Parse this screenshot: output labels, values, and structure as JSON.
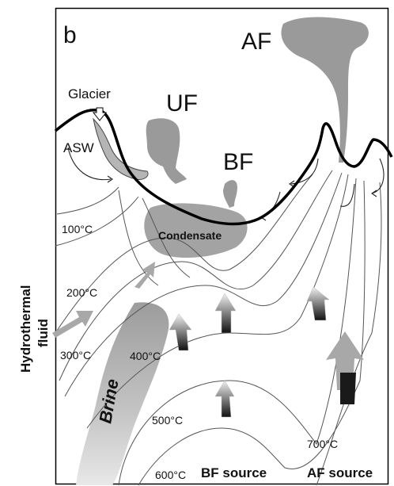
{
  "panel_label": "b",
  "features": {
    "af": "AF",
    "uf": "UF",
    "bf": "BF",
    "glacier": "Glacier",
    "asw": "ASW",
    "condensate": "Condensate",
    "brine": "Brine"
  },
  "side_label": [
    "Hydrothermal",
    "fluid"
  ],
  "isotherms": [
    "100°C",
    "200°C",
    "300°C",
    "400°C",
    "500°C",
    "600°C",
    "700°C"
  ],
  "sources": {
    "bf": "BF source",
    "af": "AF source"
  },
  "colors": {
    "plume": "#9a9a9a",
    "surface": "#000000",
    "isotherm": "#555555",
    "arrow_gray": "#a8a8a8"
  }
}
